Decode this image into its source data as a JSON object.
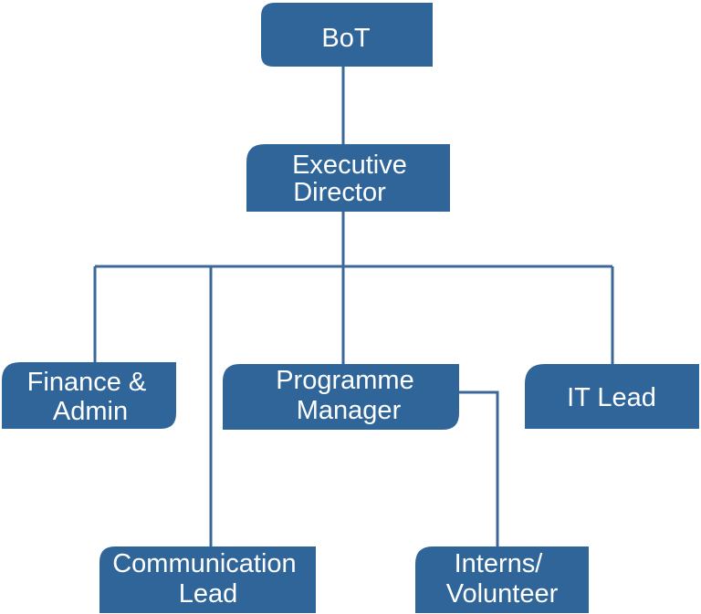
{
  "org_chart": {
    "nodes": {
      "bot": {
        "lines": [
          "BoT"
        ]
      },
      "executive_director": {
        "lines": [
          "Executive",
          "Director"
        ]
      },
      "finance_admin": {
        "lines": [
          "Finance &",
          "Admin"
        ]
      },
      "programme_manager": {
        "lines": [
          "Programme",
          "Manager"
        ]
      },
      "it_lead": {
        "lines": [
          "IT Lead"
        ]
      },
      "communication_lead": {
        "lines": [
          "Communication",
          "Lead"
        ]
      },
      "interns_volunteer": {
        "lines": [
          "Interns/",
          "Volunteer"
        ]
      }
    },
    "colors": {
      "node_fill": "#30659a",
      "connector": "#3c6898",
      "text": "#ffffff"
    }
  }
}
